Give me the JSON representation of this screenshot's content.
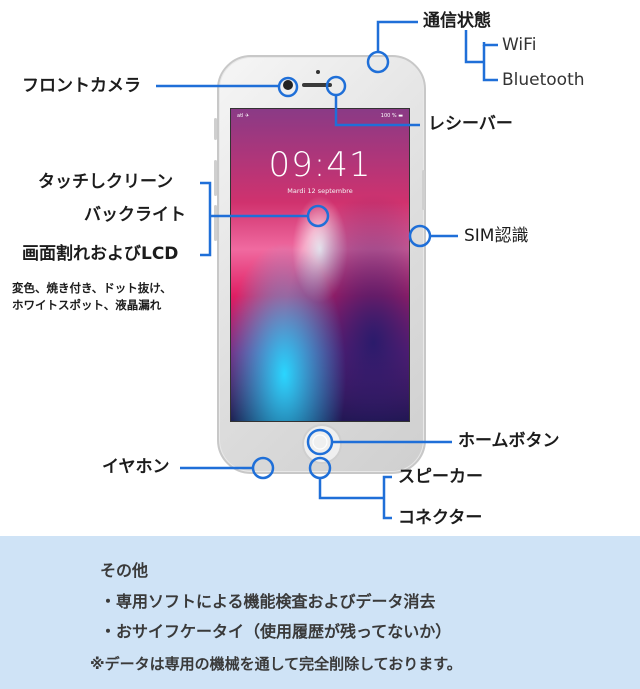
{
  "labels": {
    "front_camera": "フロントカメラ",
    "network_status": "通信状態",
    "wifi": "WiFi",
    "bluetooth": "Bluetooth",
    "receiver": "レシーバー",
    "touch_clean": "タッチしクリーン",
    "backlight": "バックライト",
    "screen_crack_lcd": "画面割れおよびLCD",
    "lcd_issue_1": "変色、焼き付き、ドット抜け、",
    "lcd_issue_2": "ホワイトスポット、液晶漏れ",
    "sim": "SIM認識",
    "home_button": "ホームボタン",
    "earphone": "イヤホン",
    "speaker": "スピーカー",
    "connector": "コネクター"
  },
  "screen": {
    "time": "09:41",
    "date": "Mardi 12 septembre",
    "status_left": "atl ✈",
    "status_right": "100 % ▬"
  },
  "info": {
    "heading": "その他",
    "item1": "・専用ソフトによる機能検査およびデータ消去",
    "item2": "・おサイフケータイ（使用履歴が残ってないか）",
    "note": "※データは専用の機械を通して完全削除しております。"
  },
  "colors": {
    "accent": "#1f6fd8",
    "info_background": "#cfe3f6"
  }
}
